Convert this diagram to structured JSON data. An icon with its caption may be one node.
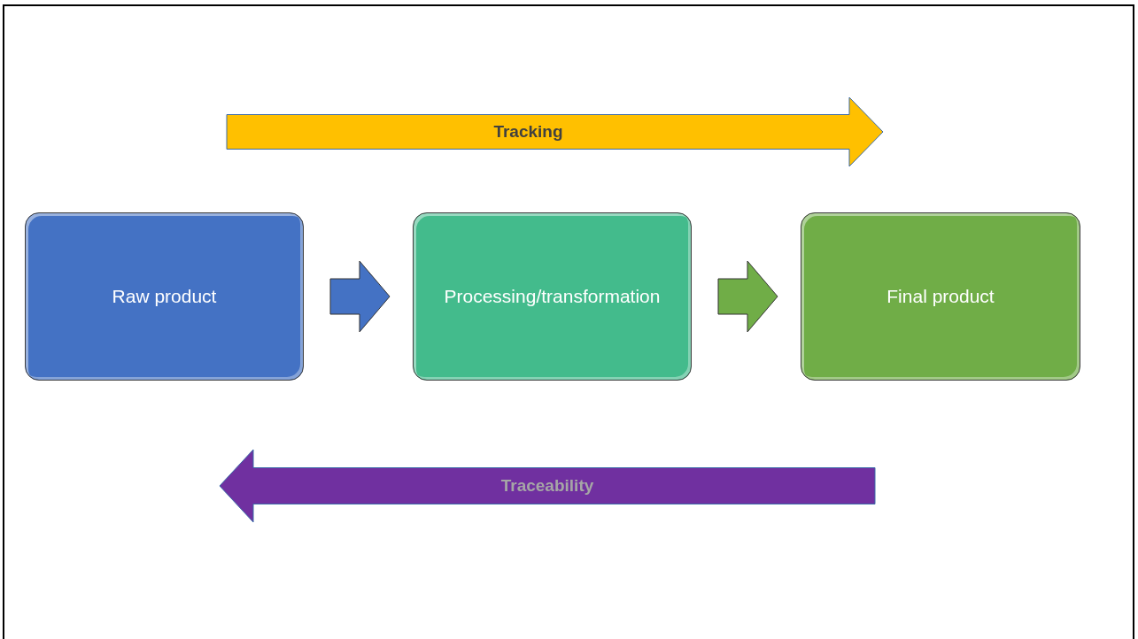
{
  "diagram": {
    "nodes": [
      {
        "text": [
          "Raw product"
        ]
      },
      {
        "text": [
          "Processing/transformation"
        ]
      },
      {
        "text": [
          "Final product"
        ]
      },
      {
        "text": [
          "Tracking"
        ]
      },
      {
        "text": [
          "Traceability"
        ]
      }
    ],
    "edges": [
      {
        "from": 0,
        "to": 1,
        "arrow": "to",
        "color": "#4472c4"
      },
      {
        "from": 1,
        "to": 2,
        "arrow": "to",
        "color": "#70ad47"
      }
    ]
  }
}
